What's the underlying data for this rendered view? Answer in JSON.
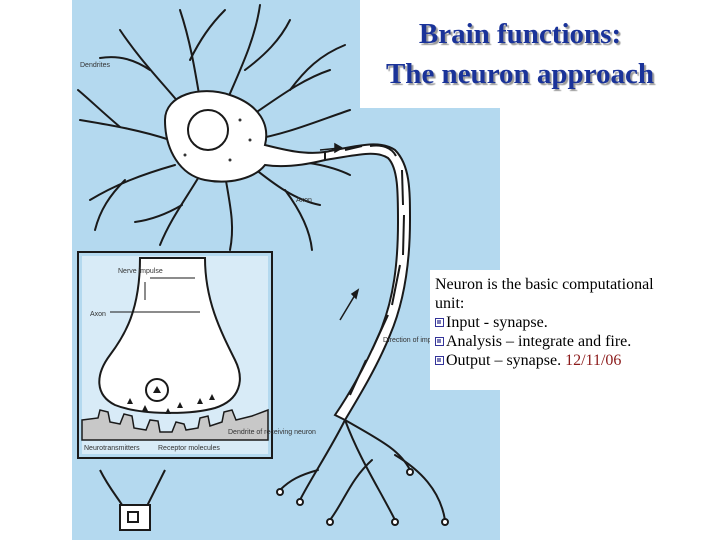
{
  "title": {
    "line1": "Brain functions:",
    "line2": "The neuron approach"
  },
  "body": {
    "intro_line1": "Neuron is the basic computational",
    "intro_line2": "unit:",
    "bullets": [
      "Input - synapse.",
      "Analysis – integrate and fire.",
      "Output – synapse."
    ],
    "date": "12/11/06"
  },
  "figure_labels": {
    "dendrites": "Dendrites",
    "axon": "Axon",
    "nerve_impulse": "Nerve impulse",
    "inset_axon": "Axon",
    "direction_of_impulse": "Direction of impulse",
    "neurotransmitters": "Neurotransmitters",
    "receptor_molecules": "Receptor molecules",
    "dendrite_receiving": "Dendrite of receiving neuron"
  },
  "colors": {
    "figure_background": "#b4d9ef",
    "title_text": "#1a3399",
    "date_text": "#8b1a1a",
    "bullet": "#333399"
  }
}
